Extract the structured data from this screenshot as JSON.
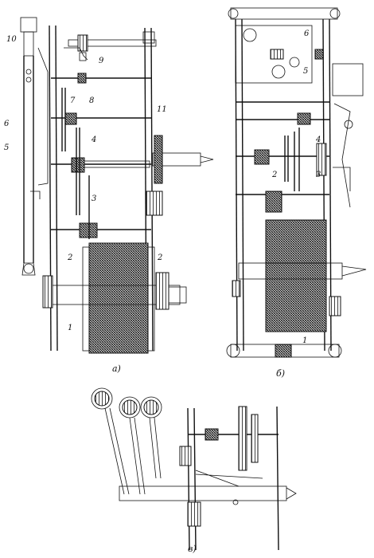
{
  "diagram": {
    "panel_a": {
      "caption": "а)",
      "labels": [
        "10",
        "9",
        "7",
        "8",
        "6",
        "5",
        "4",
        "11",
        "3",
        "2",
        "2",
        "1"
      ]
    },
    "panel_b": {
      "caption": "б)",
      "labels": [
        "6",
        "5",
        "4",
        "2",
        "3",
        "1"
      ]
    },
    "panel_c": {
      "caption": "в)"
    }
  }
}
